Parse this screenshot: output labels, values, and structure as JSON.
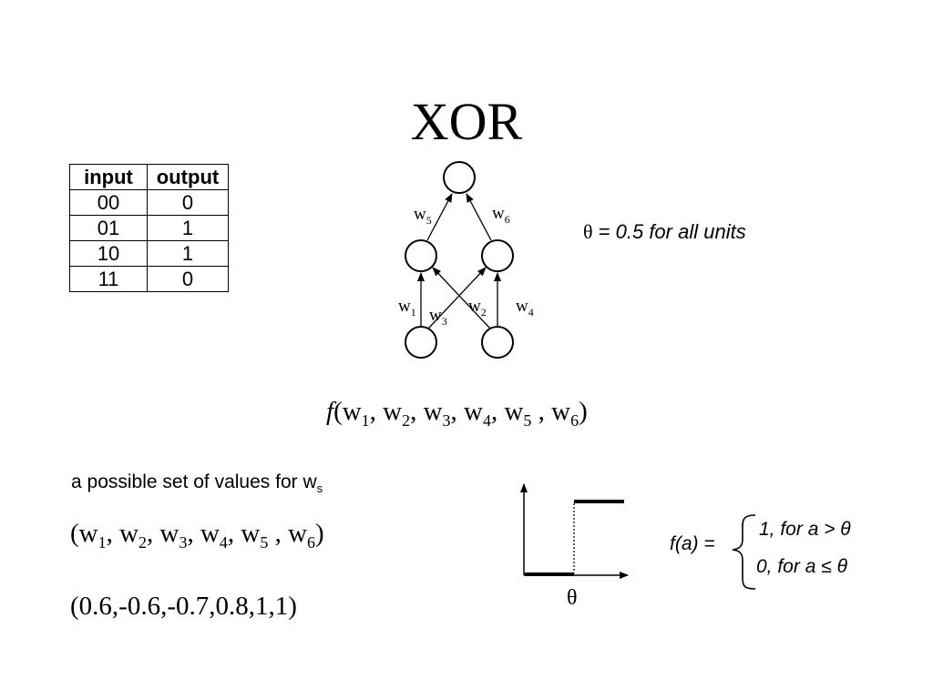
{
  "title": "XOR",
  "truth_table": {
    "headers": [
      "input",
      "output"
    ],
    "rows": [
      {
        "input": "00",
        "output": "0"
      },
      {
        "input": "01",
        "output": "1"
      },
      {
        "input": "10",
        "output": "1"
      },
      {
        "input": "11",
        "output": "0"
      }
    ]
  },
  "network": {
    "weights": [
      "w1",
      "w2",
      "w3",
      "w4",
      "w5",
      "w6"
    ]
  },
  "theta_note": {
    "symbol": "θ",
    "text": " = 0.5 for all units"
  },
  "function_expression": "f(w1, w2, w3, w4, w5 , w6)",
  "values_caption": "a possible set of values for ws",
  "weight_tuple": "(w1, w2, w3, w4, w5 , w6)",
  "weight_values": "(0.6,-0.6,-0.7,0.8,1,1)",
  "activation": {
    "lhs": "f(a) =",
    "case_one": "1, for a  > θ",
    "case_zero": "0, for a ≤ θ",
    "threshold_label": "θ"
  }
}
